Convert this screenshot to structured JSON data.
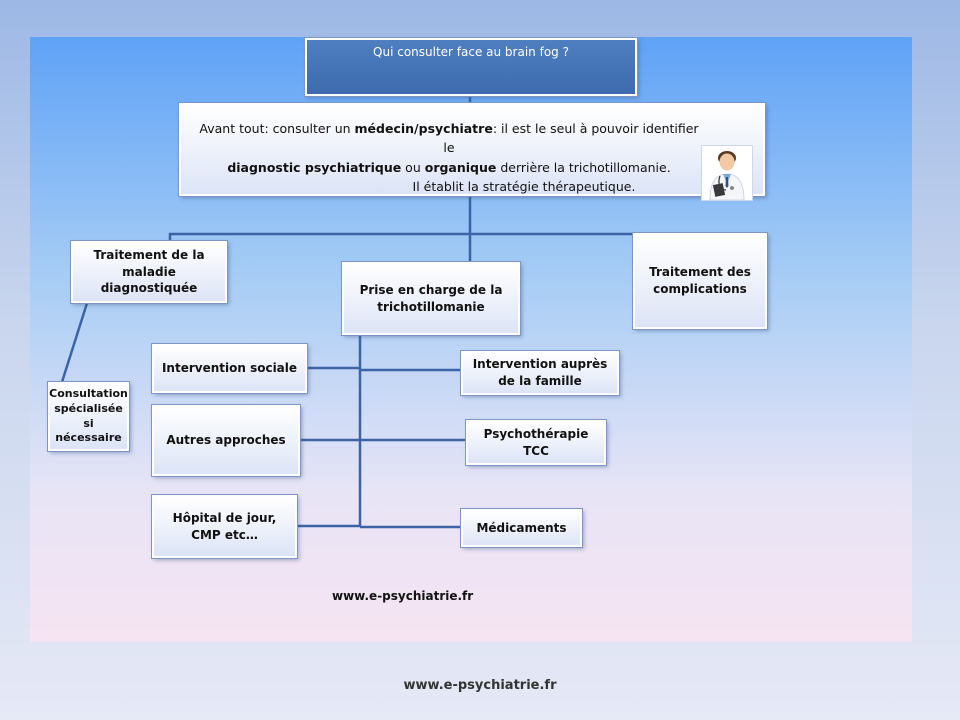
{
  "title": "Qui consulter face au brain fog ?",
  "intro": {
    "line1_pre": "Avant tout: consulter un ",
    "line1_bold": "médecin/psychiatre",
    "line1_post": ": il est le seul à pouvoir identifier le",
    "line2_bold1": "diagnostic psychiatrique",
    "line2_mid": " ou ",
    "line2_bold2": "organique",
    "line2_post": " derrière la trichotillomanie.",
    "line3": "Il établit la stratégie thérapeutique.",
    "image": "doctor-icon"
  },
  "branches": {
    "left": "Traitement de la maladie diagnostiquée",
    "center": "Prise en charge de la trichotillomanie",
    "right": "Traitement des complications"
  },
  "left_child": "Consultation spécialisée si nécessaire",
  "center_left": [
    "Intervention sociale",
    "Autres approches",
    "Hôpital de jour, CMP etc…"
  ],
  "center_right": [
    "Intervention auprès de la famille",
    "Psychothérapie TCC",
    "Médicaments"
  ],
  "website": "www.e-psychiatrie.fr",
  "footer": "www.e-psychiatrie.fr",
  "colors": {
    "title_box": "#4a78bb",
    "connector": "#3b63a6",
    "slide_top": "#5fa2f7",
    "slide_bottom": "#f6e4f2"
  }
}
